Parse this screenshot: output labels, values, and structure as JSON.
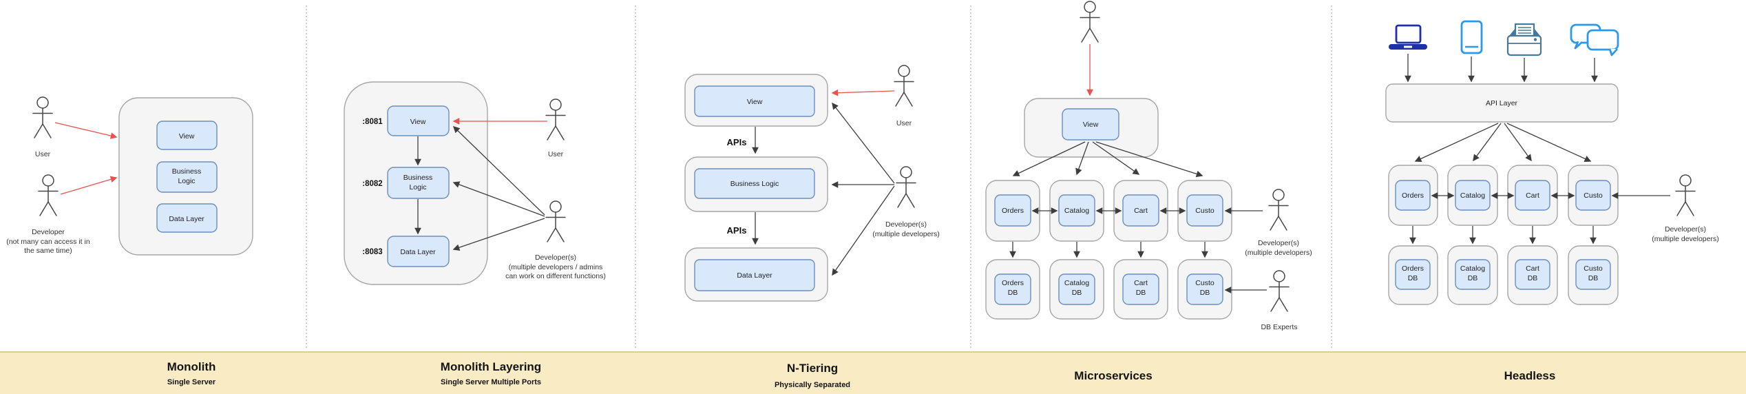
{
  "colors": {
    "box_fill": "#dae8fc",
    "box_stroke": "#6c8ebf",
    "container_fill": "#f5f5f5",
    "red_arrow": "#e8534e",
    "band_fill": "#f9ecc4",
    "device_navy": "#1e2fa8",
    "device_blue": "#2b98f0",
    "device_teal": "#46789a"
  },
  "monolith": {
    "title": "Monolith",
    "subtitle": "Single Server",
    "user_label": "User",
    "developer_label": "Developer",
    "developer_note1": "(not many can access it in",
    "developer_note2": "the same time)",
    "view": "View",
    "business_line1": "Business",
    "business_line2": "Logic",
    "data": "Data Layer"
  },
  "layering": {
    "title": "Monolith Layering",
    "subtitle": "Single Server Multiple Ports",
    "port1": ":8081",
    "port2": ":8082",
    "port3": ":8083",
    "view": "View",
    "business_line1": "Business",
    "business_line2": "Logic",
    "data": "Data Layer",
    "user_label": "User",
    "developer_label": "Developer(s)",
    "developer_note1": "(multiple developers / admins",
    "developer_note2": "can work on different functions)"
  },
  "ntiering": {
    "title": "N-Tiering",
    "subtitle": "Physically Separated",
    "view": "View",
    "business": "Business Logic",
    "data": "Data Layer",
    "apis1": "APIs",
    "apis2": "APIs",
    "user_label": "User",
    "developer_label": "Developer(s)",
    "developer_note1": "(multiple developers)"
  },
  "microservices": {
    "title": "Microservices",
    "view": "View",
    "services": [
      "Orders",
      "Catalog",
      "Cart",
      "Custo"
    ],
    "dbs": [
      {
        "top": "Orders",
        "bottom": "DB"
      },
      {
        "top": "Catalog",
        "bottom": "DB"
      },
      {
        "top": "Cart",
        "bottom": "DB"
      },
      {
        "top": "Custo",
        "bottom": "DB"
      }
    ],
    "developer_label": "Developer(s)",
    "developer_note1": "(multiple developers)",
    "db_experts_label": "DB Experts"
  },
  "headless": {
    "title": "Headless",
    "api_layer": "API Layer",
    "device_icons": [
      "laptop-icon",
      "smartphone-icon",
      "printer-icon",
      "chat-bubbles-icon"
    ],
    "services": [
      "Orders",
      "Catalog",
      "Cart",
      "Custo"
    ],
    "dbs": [
      {
        "top": "Orders",
        "bottom": "DB"
      },
      {
        "top": "Catalog",
        "bottom": "DB"
      },
      {
        "top": "Cart",
        "bottom": "DB"
      },
      {
        "top": "Custo",
        "bottom": "DB"
      }
    ],
    "developer_label": "Developer(s)",
    "developer_note1": "(multiple developers)"
  }
}
